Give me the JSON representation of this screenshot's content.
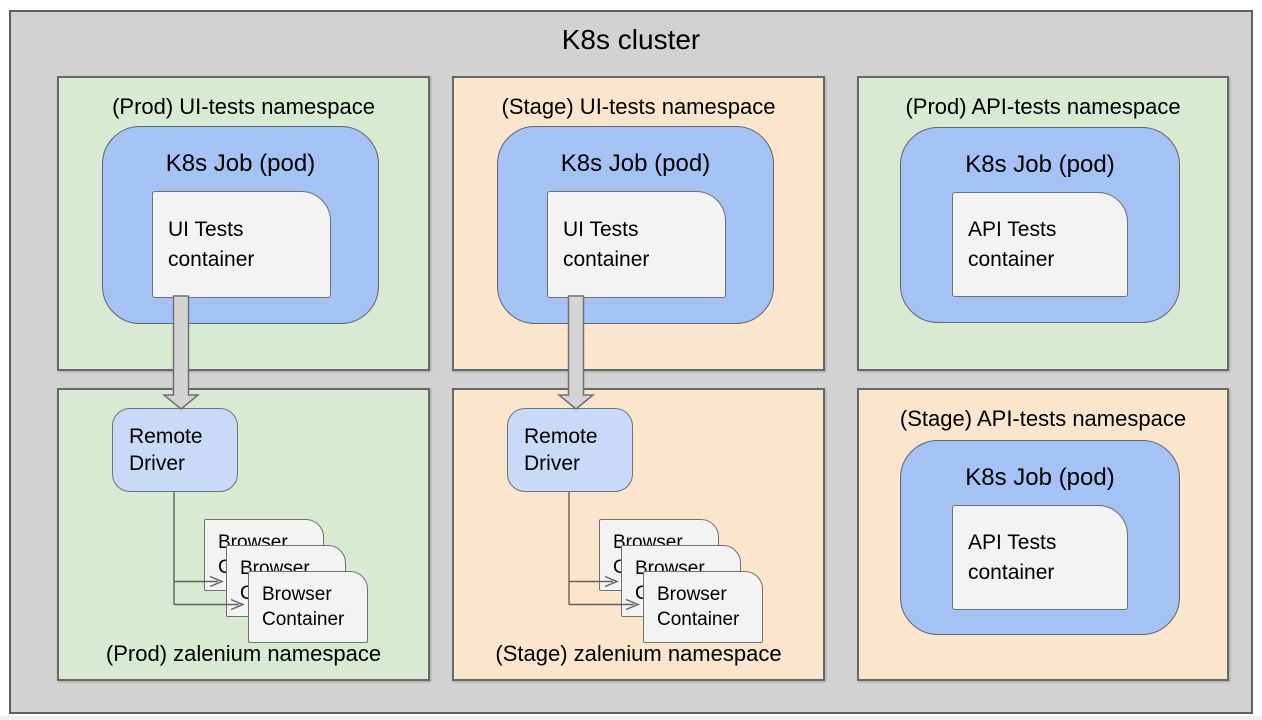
{
  "cluster": {
    "title": "K8s cluster"
  },
  "namespaces": {
    "prod_ui": {
      "title": "(Prod) UI-tests namespace",
      "job_title": "K8s Job (pod)",
      "container": "UI Tests\ncontainer"
    },
    "stage_ui": {
      "title": "(Stage) UI-tests namespace",
      "job_title": "K8s Job (pod)",
      "container": "UI Tests\ncontainer"
    },
    "prod_api": {
      "title": "(Prod) API-tests namespace",
      "job_title": "K8s Job (pod)",
      "container": "API Tests\ncontainer"
    },
    "prod_zalenium": {
      "title": "(Prod) zalenium namespace",
      "remote_driver": "Remote\nDriver",
      "browser_containers": [
        "Browser\nContainer",
        "Browser\nContainer",
        "Browser\nContainer"
      ]
    },
    "stage_zalenium": {
      "title": "(Stage) zalenium namespace",
      "remote_driver": "Remote\nDriver",
      "browser_containers": [
        "Browser\nContainer",
        "Browser\nContainer",
        "Browser\nContainer"
      ]
    },
    "stage_api": {
      "title": "(Stage) API-tests namespace",
      "job_title": "K8s Job (pod)",
      "container": "API Tests\ncontainer"
    }
  },
  "colors": {
    "cluster_background": "#d2d2d2",
    "namespace_green": "#d9ead3",
    "namespace_orange": "#fce5cd",
    "job_blue": "#a4c2f4",
    "driver_blue": "#c9daf8",
    "container_gray": "#f3f3f3",
    "border_gray": "#666666",
    "arrow_fill": "#d4d4d4"
  }
}
